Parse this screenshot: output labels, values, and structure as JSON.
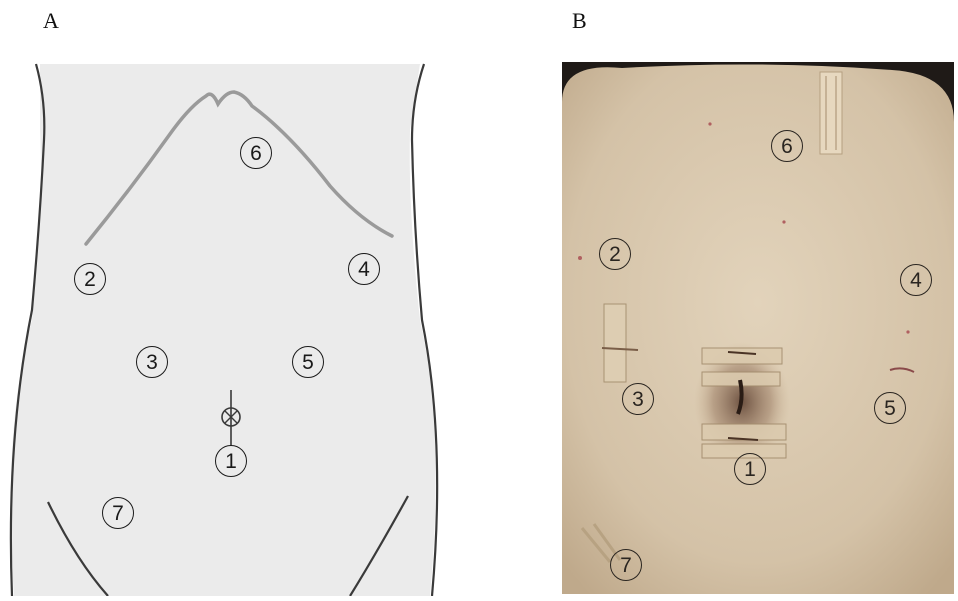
{
  "panels": [
    {
      "letter": "A",
      "kind": "diagram",
      "ports": [
        "1",
        "2",
        "3",
        "4",
        "5",
        "6",
        "7"
      ]
    },
    {
      "letter": "B",
      "kind": "photo",
      "ports": [
        "1",
        "2",
        "3",
        "4",
        "5",
        "6",
        "7"
      ]
    }
  ],
  "colors": {
    "diagram_fill": "#ebebeb",
    "diagram_outline": "#3a3a3a",
    "diagram_rib_line": "#9a9a9a",
    "photo_skin": "#d7c7ae",
    "photo_background": "#1f1a17"
  }
}
